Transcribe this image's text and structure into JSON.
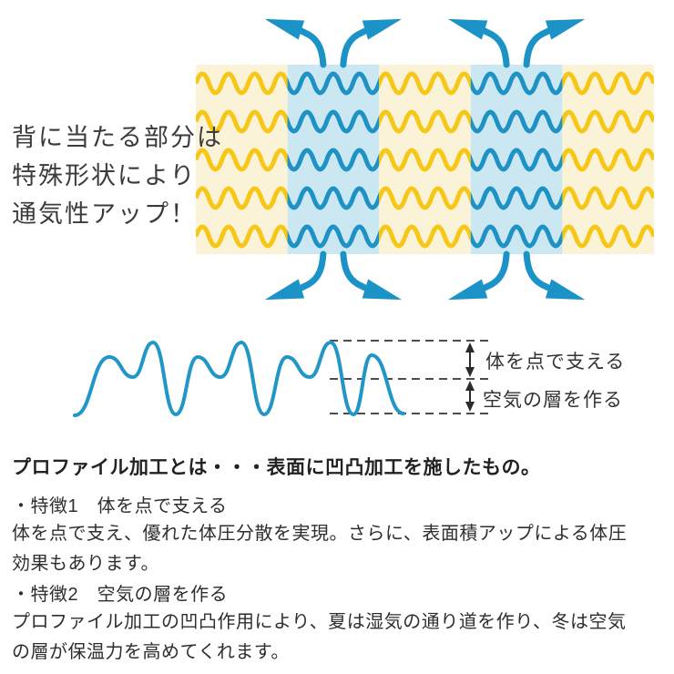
{
  "colors": {
    "wave_yellow": "#F7C717",
    "wave_blue": "#1E92C5",
    "bg_cream": "#FBF3D8",
    "bg_lightblue": "#CBE7F2",
    "arrow_blue": "#1B93C7",
    "profile_blue": "#2196C7",
    "dash_gray": "#4D4D4D",
    "measure_black": "#2B2B2B",
    "text_dark": "#3B3B3B"
  },
  "callout": {
    "lines": [
      "背に当たる部分は",
      "特殊形状により",
      "通気性アップ！"
    ]
  },
  "profile_diagram": {
    "label_body_support": "体を点で支える",
    "label_air_layer": "空気の層を作る"
  },
  "description": {
    "heading": "プロファイル加工とは・・・表面に凹凸加工を施したもの。",
    "sections": [
      {
        "title": "・特徴1　体を点で支える",
        "body": [
          "体を点で支え、優れた体圧分散を実現。さらに、表面積アップによる体圧",
          "効果もあります。"
        ]
      },
      {
        "title": "・特徴2　空気の層を作る",
        "body": [
          "プロファイル加工の凹凸作用により、夏は湿気の通り道を作り、冬は空気",
          "の層が保温力を高めてくれます。"
        ]
      }
    ]
  }
}
